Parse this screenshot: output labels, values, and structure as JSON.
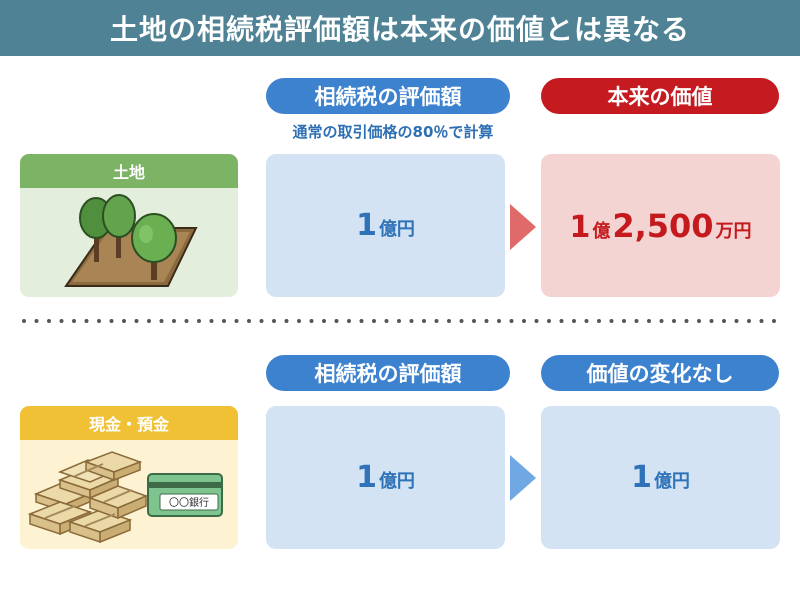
{
  "header": {
    "title": "土地の相続税評価額は本来の価値とは異なる"
  },
  "land": {
    "label": "土地",
    "tax_pill": "相続税の評価額",
    "tax_note": "通常の取引価格の80％で計算",
    "tax_value": {
      "num": "1",
      "unit": "億円"
    },
    "true_pill": "本来の価値",
    "true_value": {
      "num1": "1",
      "unit1": "億",
      "num2": "2,500",
      "unit2": "万円"
    }
  },
  "cash": {
    "label": "現金・預金",
    "bank_text": "〇〇銀行",
    "tax_pill": "相続税の評価額",
    "tax_value": {
      "num": "1",
      "unit": "億円"
    },
    "true_pill": "価値の変化なし",
    "true_value": {
      "num": "1",
      "unit": "億円"
    }
  },
  "colors": {
    "banner": "#4e8294",
    "pill_blue": "#3d82cf",
    "pill_red": "#c51a1f",
    "box_blue": "#d3e3f4",
    "box_pink": "#f4d3d3",
    "arrow_red": "#e06a6a",
    "arrow_blue": "#6fa8e3",
    "land_card": "#7db365",
    "cash_card": "#f0c135"
  },
  "icons": [
    "trees-on-land-icon",
    "money-bundles-icon",
    "bankbook-icon",
    "right-arrow-icon"
  ]
}
